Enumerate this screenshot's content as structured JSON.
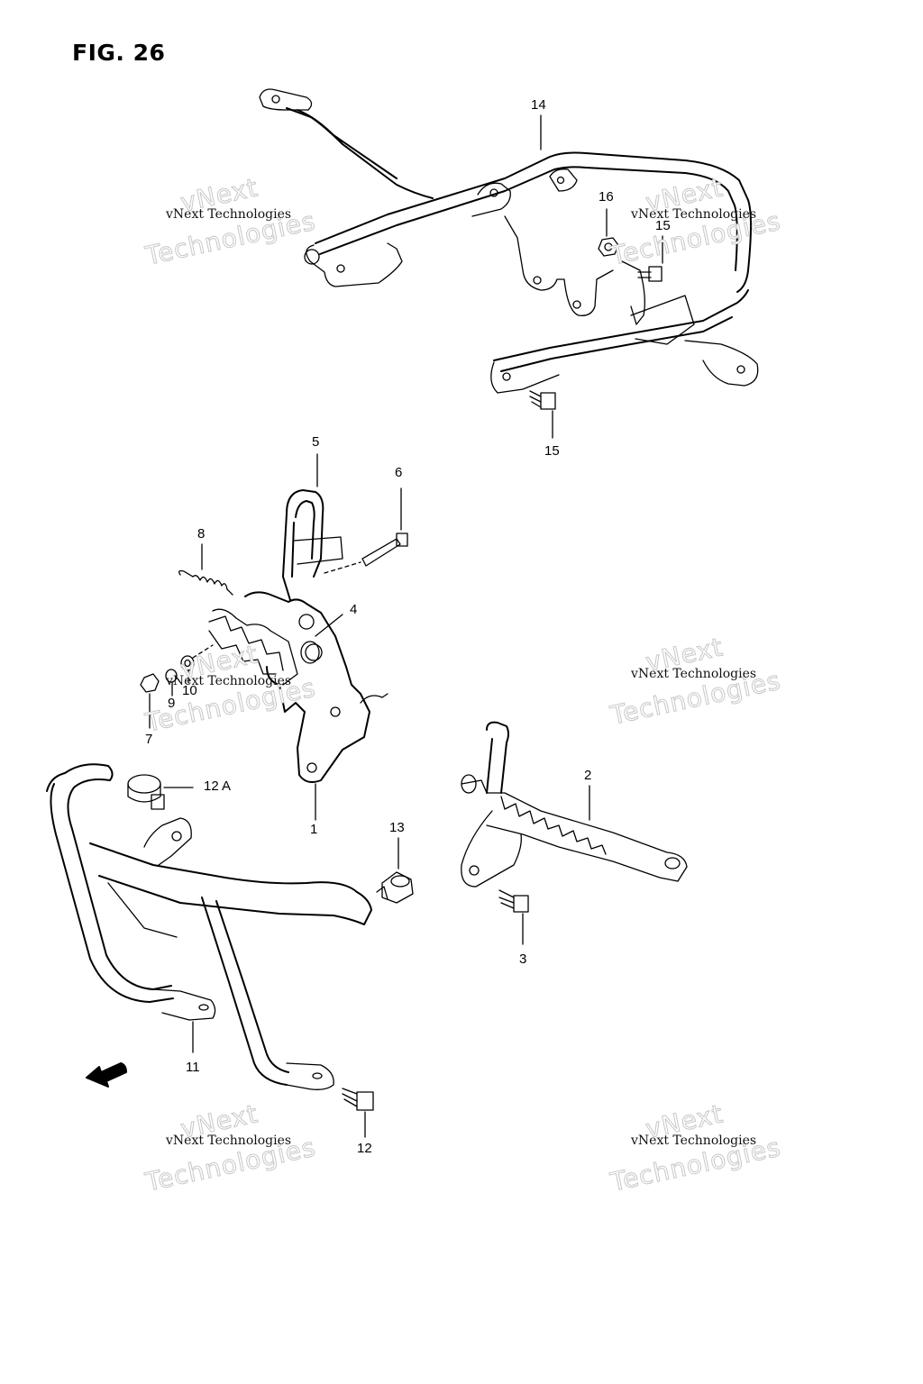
{
  "figure": {
    "title": "FIG. 26"
  },
  "labels": {
    "l1": "1",
    "l2": "2",
    "l3": "3",
    "l4": "4",
    "l5": "5",
    "l6": "6",
    "l7": "7",
    "l8": "8",
    "l9": "9",
    "l10": "10",
    "l11": "11",
    "l12": "12",
    "l12a": "12 A",
    "l13": "13",
    "l14": "14",
    "l15a": "15",
    "l15b": "15",
    "l16": "16"
  },
  "watermark": {
    "line1": "vNext Technologies",
    "line2": "vNext",
    "line3": "Technologies"
  }
}
